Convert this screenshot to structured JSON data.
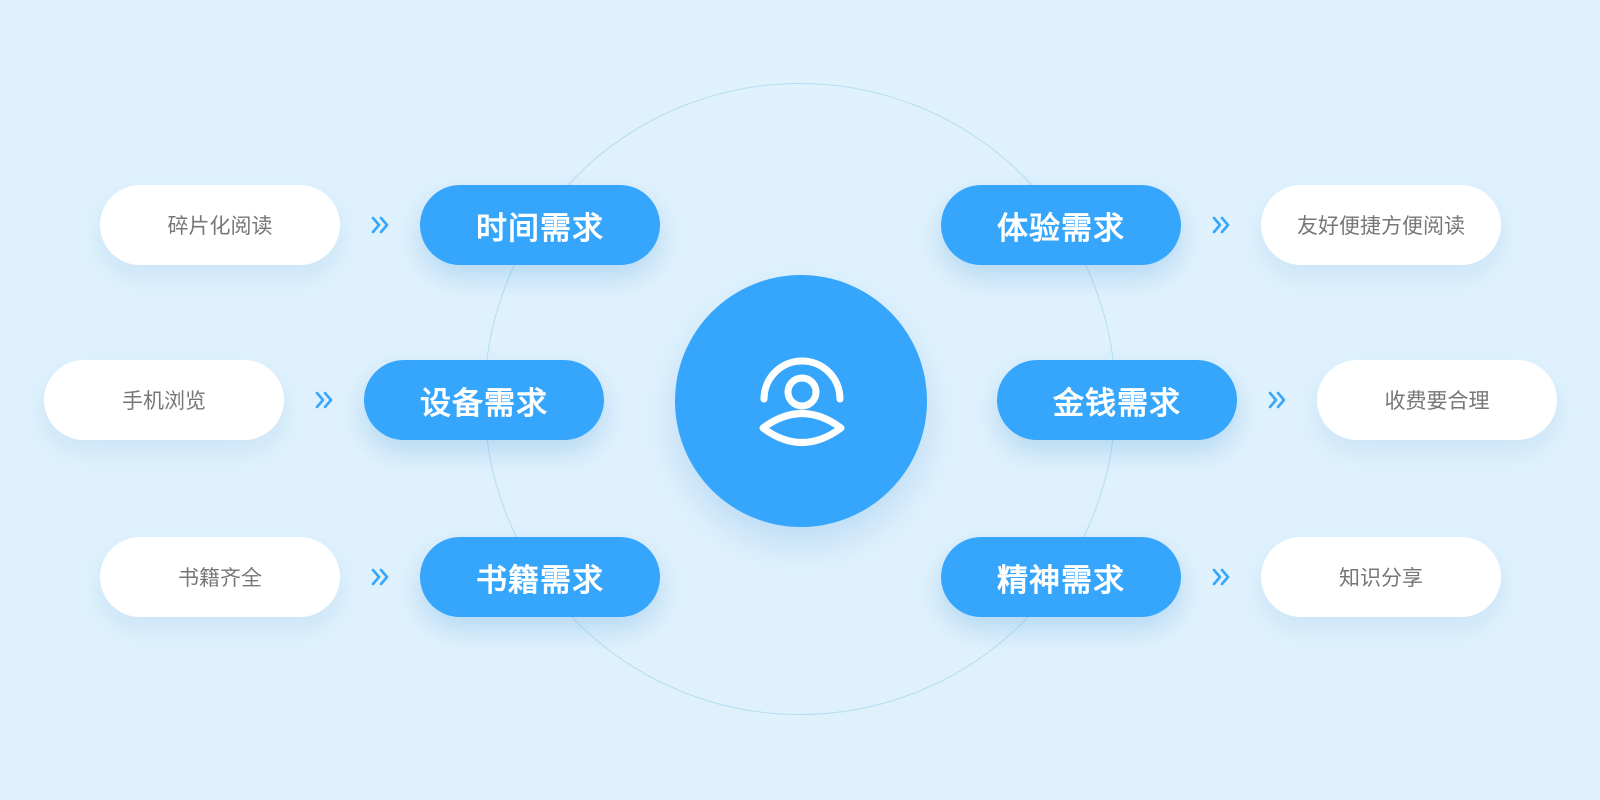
{
  "colors": {
    "background": "#dff1fd",
    "accent": "#35a6fb",
    "ring": "#b5ddf2",
    "detail_background": "#ffffff",
    "detail_text": "#777777"
  },
  "center": {
    "icon": "user-icon"
  },
  "needs": {
    "left": [
      {
        "label": "时间需求",
        "detail": "碎片化阅读"
      },
      {
        "label": "设备需求",
        "detail": "手机浏览"
      },
      {
        "label": "书籍需求",
        "detail": "书籍齐全"
      }
    ],
    "right": [
      {
        "label": "体验需求",
        "detail": "友好便捷方便阅读"
      },
      {
        "label": "金钱需求",
        "detail": "收费要合理"
      },
      {
        "label": "精神需求",
        "detail": "知识分享"
      }
    ]
  },
  "arrow_icon": "double-chevron-right-icon"
}
